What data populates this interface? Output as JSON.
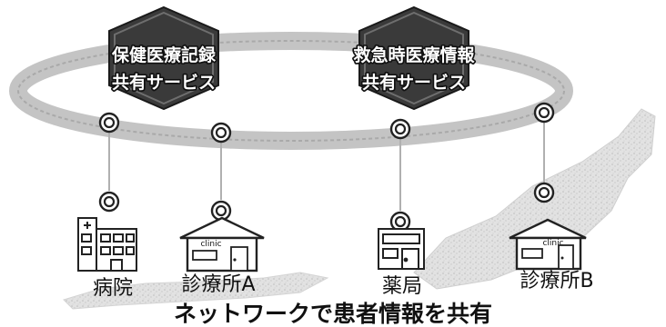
{
  "services": [
    {
      "line1": "保健医療記録",
      "line2": "共有サービス"
    },
    {
      "line1": "救急時医療情報",
      "line2": "共有サービス"
    }
  ],
  "places": {
    "hospital": "病院",
    "clinic_a": "診療所A",
    "pharmacy": "薬局",
    "clinic_b": "診療所B"
  },
  "clinic_sign": "clinic",
  "caption": "ネットワークで患者情報を共有",
  "colors": {
    "ring": "#b5b5b5",
    "hexagon": "#3a3a3a",
    "node": "#222222",
    "land": "#dedede"
  }
}
